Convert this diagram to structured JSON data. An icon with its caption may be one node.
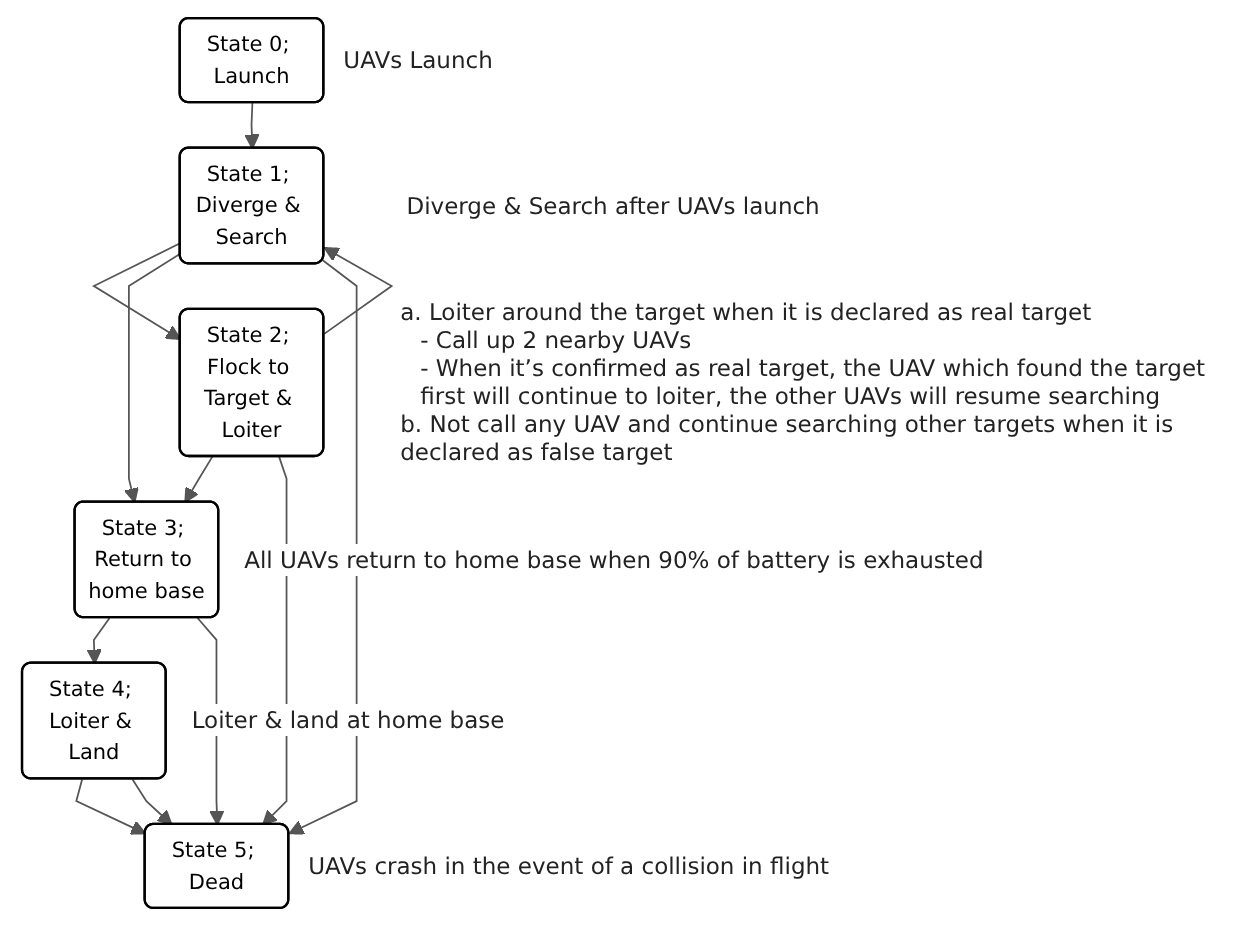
{
  "diagram": {
    "nodes": [
      {
        "text": [
          "State 0; Launch"
        ],
        "beside": [
          "UAVs Launch"
        ]
      },
      {
        "text": [
          "State 1; Diverge & Search"
        ],
        "beside": [
          "Diverge & Search after UAVs launch"
        ]
      },
      {
        "text": [
          "State 2; Flock to Target & Loiter"
        ],
        "beside": [
          "a. Loiter around the target when it is declared as real target",
          "- Call up 2 nearby UAVs",
          "- When it’s confirmed as real target, the UAV which found the target first will continue to loiter, the other UAVs will resume searching",
          "b. Not call any UAV and continue searching other targets when it is declared as false target"
        ]
      },
      {
        "text": [
          "State 3; Return to home base"
        ],
        "beside": [
          "All UAVs return to home base when 90% of battery is exhausted"
        ]
      },
      {
        "text": [
          "State 4; Loiter & Land"
        ],
        "beside": [
          "Loiter & land at home base"
        ]
      },
      {
        "text": [
          "State 5; Dead"
        ],
        "beside": [
          "UAVs crash in the event of a collision in flight"
        ]
      }
    ],
    "edges": [
      {
        "from": 0,
        "to": 1,
        "arrow": "to"
      },
      {
        "from": 1,
        "to": 2,
        "arrow": "to"
      },
      {
        "from": 2,
        "to": 1,
        "arrow": "to"
      },
      {
        "from": 1,
        "to": 3,
        "arrow": "to"
      },
      {
        "from": 2,
        "to": 3,
        "arrow": "to"
      },
      {
        "from": 3,
        "to": 4,
        "arrow": "to"
      },
      {
        "from": 4,
        "to": 5,
        "arrow": "to"
      },
      {
        "from": 1,
        "to": 5,
        "arrow": "to"
      },
      {
        "from": 2,
        "to": 5,
        "arrow": "to"
      },
      {
        "from": 3,
        "to": 5,
        "arrow": "to"
      },
      {
        "from": 4,
        "to": 5,
        "arrow": "to"
      }
    ]
  }
}
